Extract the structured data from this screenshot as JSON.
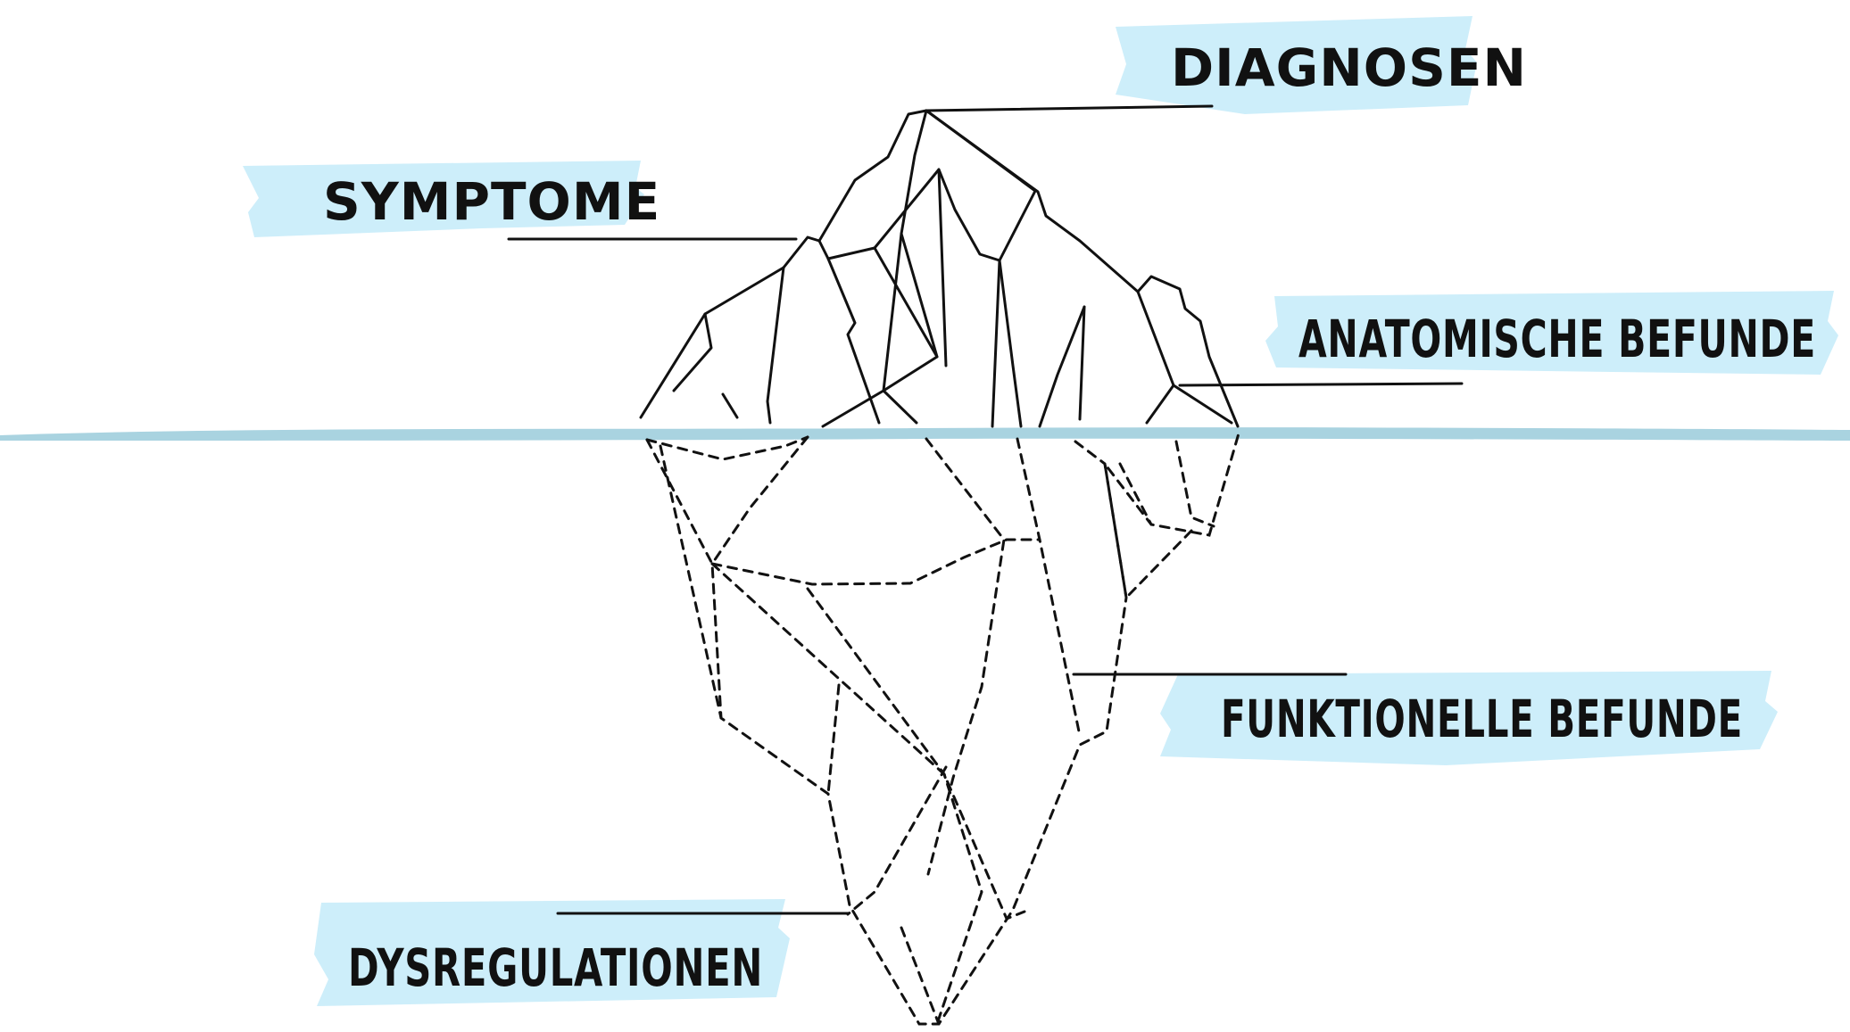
{
  "labels": {
    "diagnosen": "DIAGNOSEN",
    "symptome": "SYMPTOME",
    "anatomische_befunde": "ANATOMISCHE BEFUNDE",
    "funktionelle_befunde": "FUNKTIONELLE BEFUNDE",
    "dysregulationen": "DYSREGULATIONEN"
  },
  "colors": {
    "highlight": "#cdeefa",
    "waterline": "#a9d3e0",
    "ink": "#111111"
  }
}
